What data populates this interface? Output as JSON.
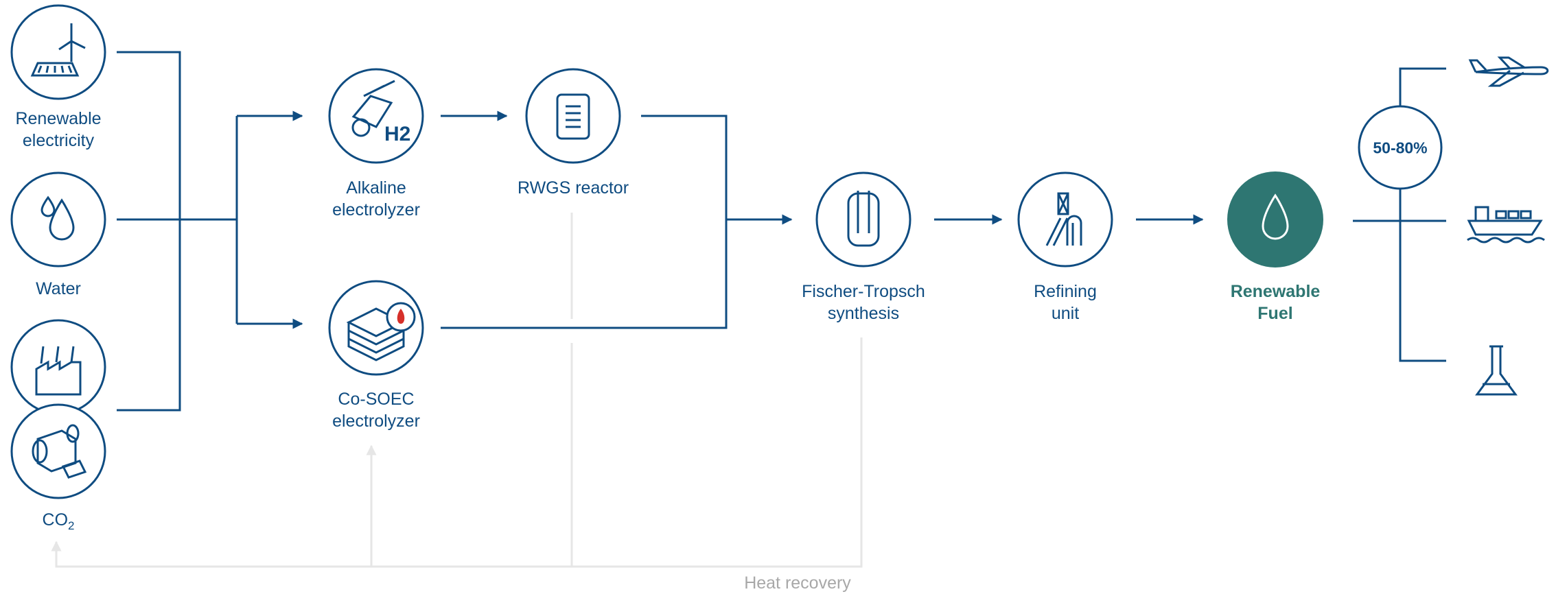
{
  "nodes": {
    "renewable_electricity": {
      "line1": "Renewable",
      "line2": "electricity",
      "icon": "solar-wind-icon"
    },
    "water": {
      "line1": "Water",
      "icon": "water-drops-icon"
    },
    "co2": {
      "prefix": "CO",
      "sub": "2",
      "icons": [
        "factory-icon",
        "direct-air-capture-icon"
      ]
    },
    "alkaline_electrolyzer": {
      "line1": "Alkaline",
      "line2": "electrolyzer",
      "icon": "h2-electrolyzer-icon",
      "badge": "H2"
    },
    "co_soec_electrolyzer": {
      "line1": "Co-SOEC",
      "line2": "electrolyzer",
      "icon": "soec-stack-icon"
    },
    "rwgs_reactor": {
      "line1": "RWGS reactor",
      "icon": "reactor-icon"
    },
    "fischer_tropsch": {
      "line1": "Fischer-Tropsch",
      "line2": "synthesis",
      "icon": "ft-reactor-icon"
    },
    "refining_unit": {
      "line1": "Refining",
      "line2": "unit",
      "icon": "refinery-icon"
    },
    "renewable_fuel": {
      "line1": "Renewable",
      "line2": "Fuel",
      "icon": "fuel-drop-icon"
    }
  },
  "split": {
    "value": "50-80%"
  },
  "outputs": [
    "airplane-icon",
    "ship-icon",
    "chemical-flask-icon"
  ],
  "heat_recovery": {
    "label": "Heat recovery"
  },
  "colors": {
    "primary": "#0f4c81",
    "teal": "#2e7672",
    "heat": "#e6e6e6",
    "heat_text": "#a8a8a8"
  }
}
